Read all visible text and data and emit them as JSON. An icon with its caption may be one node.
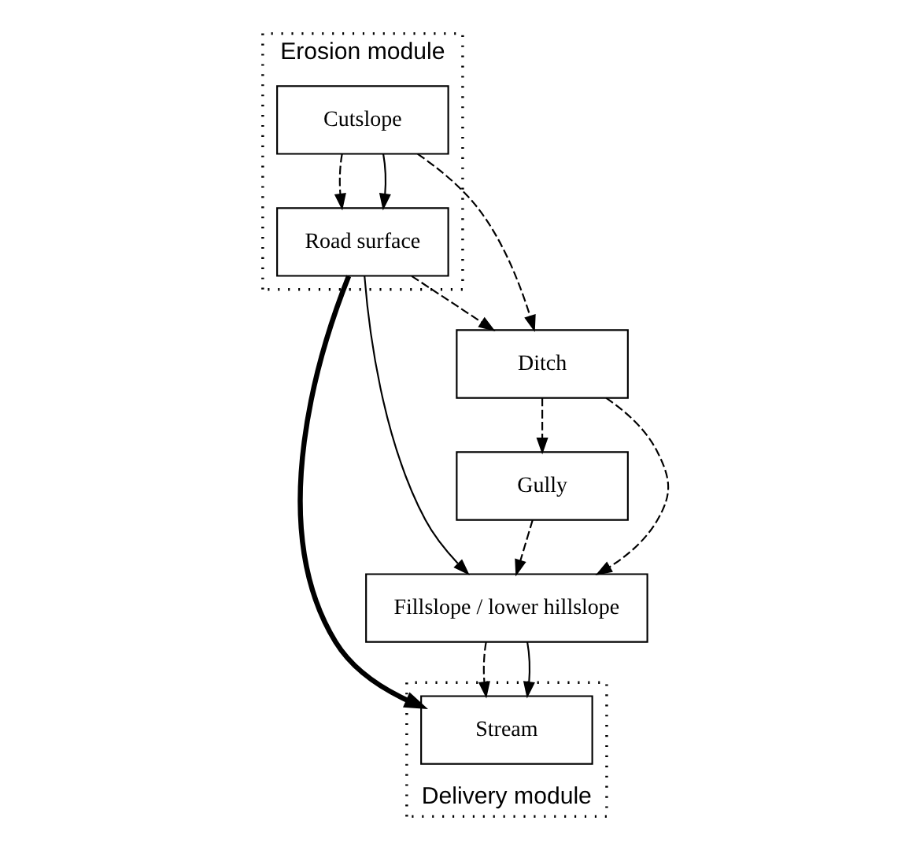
{
  "diagram": {
    "nodes": [
      {
        "text": [
          "Erosion module"
        ]
      },
      {
        "text": [
          "Delivery module"
        ]
      },
      {
        "text": [
          "Cutslope"
        ],
        "in": 0
      },
      {
        "text": [
          "Road surface"
        ],
        "in": 0
      },
      {
        "text": [
          "Ditch"
        ]
      },
      {
        "text": [
          "Gully"
        ]
      },
      {
        "text": [
          "Fillslope / lower hillslope"
        ]
      },
      {
        "text": [
          "Stream"
        ],
        "in": 1
      }
    ],
    "edges": [
      {
        "from": 2,
        "to": 3,
        "arrow": "to",
        "style": "dashed"
      },
      {
        "from": 2,
        "to": 3,
        "arrow": "to"
      },
      {
        "from": 2,
        "to": 4,
        "arrow": "to",
        "style": "dashed"
      },
      {
        "from": 3,
        "to": 4,
        "arrow": "to",
        "style": "dashed"
      },
      {
        "from": 3,
        "to": 6,
        "arrow": "to"
      },
      {
        "from": 3,
        "to": 7,
        "arrow": "to",
        "style": "thick"
      },
      {
        "from": 4,
        "to": 5,
        "arrow": "to",
        "style": "dashed"
      },
      {
        "from": 4,
        "to": 6,
        "arrow": "to",
        "style": "dashed"
      },
      {
        "from": 5,
        "to": 6,
        "arrow": "to",
        "style": "dashed"
      },
      {
        "from": 6,
        "to": 7,
        "arrow": "to",
        "style": "dashed"
      },
      {
        "from": 6,
        "to": 7,
        "arrow": "to"
      }
    ]
  }
}
